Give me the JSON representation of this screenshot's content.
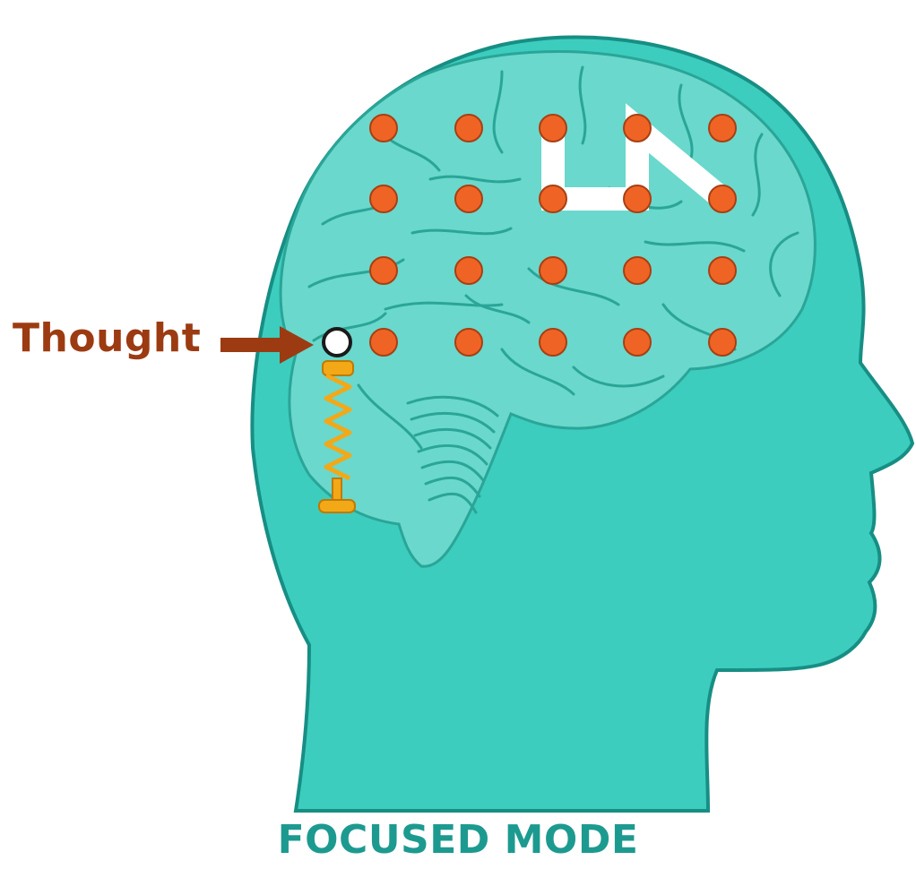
{
  "labels": {
    "thought": "Thought",
    "title": "FOCUSED MODE"
  },
  "colors": {
    "head": "#3ccdbe",
    "head_outline": "#178e84",
    "brain": "#6ad8cc",
    "brain_fold": "#2aa597",
    "neuron": "#ef6425",
    "neuron_outline": "#a83f12",
    "path": "#ffffff",
    "arrow": "#9c3b12",
    "spring": "#f3a818",
    "spring_outline": "#c07a00",
    "thought_ball": "#ffffff"
  },
  "icons": {
    "head": "human-head-silhouette",
    "brain": "brain-icon",
    "spring": "spring-icon",
    "arrow": "arrow-right-icon"
  },
  "neuron_grid": {
    "rows": 4,
    "cols": 5
  },
  "focused_path": [
    [
      0,
      2
    ],
    [
      1,
      2
    ],
    [
      1,
      3
    ],
    [
      0,
      3
    ],
    [
      1,
      4
    ]
  ]
}
